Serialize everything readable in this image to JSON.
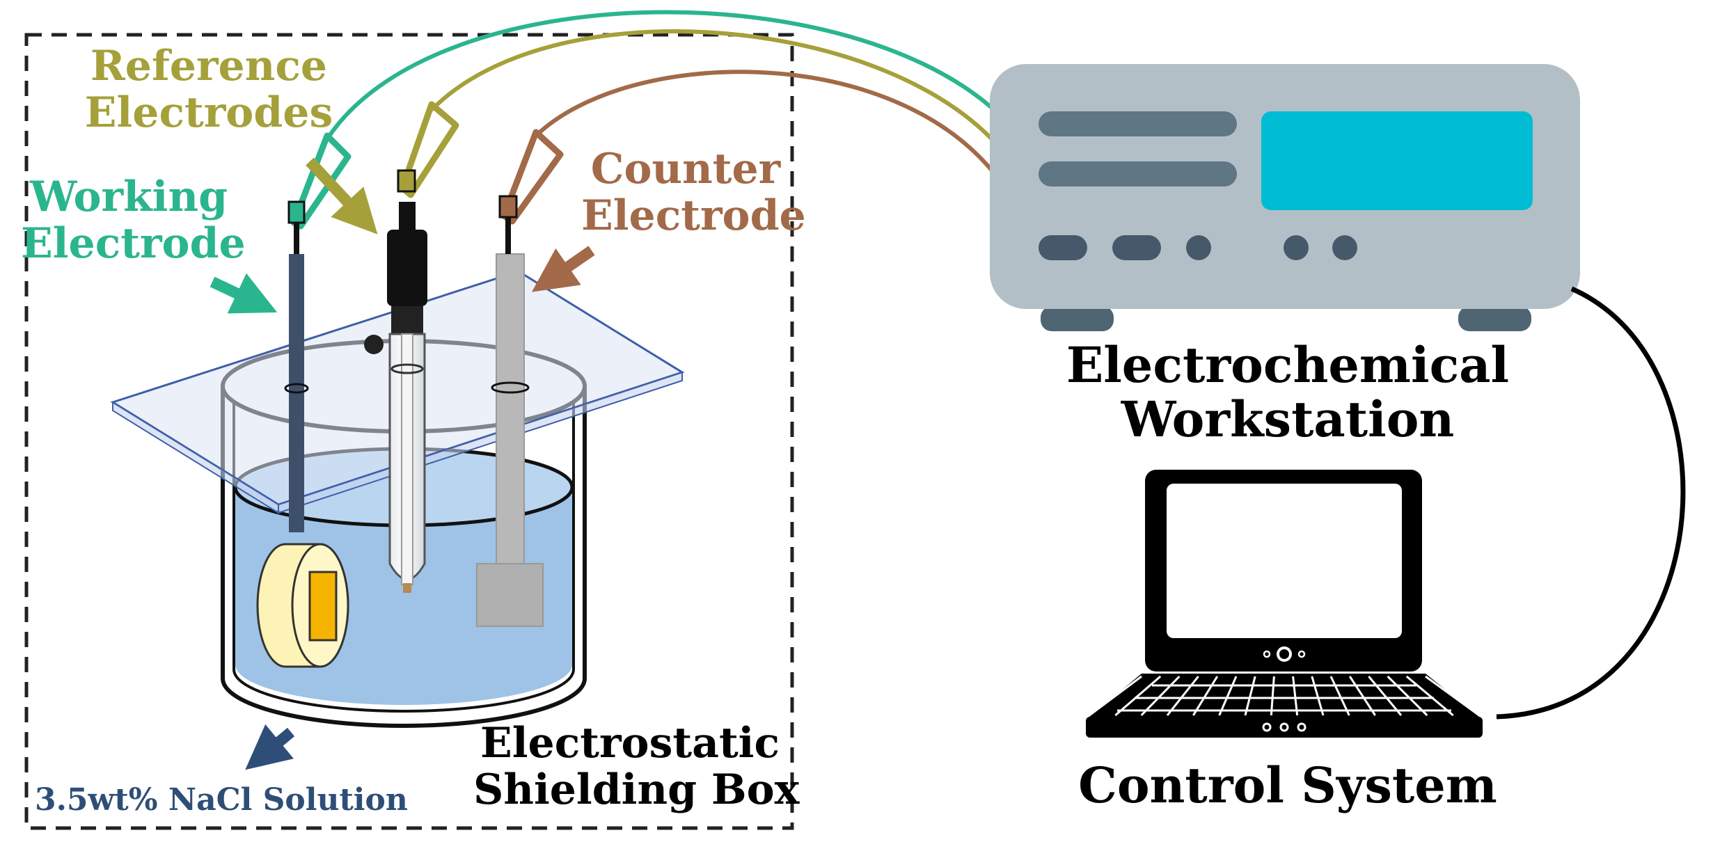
{
  "labels": {
    "reference": "Reference\nElectrodes",
    "working": "Working\nElectrode",
    "counter": "Counter\nElectrode",
    "workstation": "Electrochemical\nWorkstation",
    "control": "Control System",
    "shielding": "Electrostatic\nShielding Box",
    "solution": "3.5wt% NaCl Solution"
  },
  "colors": {
    "working": "#2bb58e",
    "reference": "#a5a03a",
    "counter": "#a26a48",
    "solution_text": "#2e4e78",
    "workstation_body": "#b3bfc7",
    "workstation_screen": "#00bcd4",
    "workstation_dark": "#5f7684",
    "liquid": "#9fc3e6",
    "black": "#000000"
  },
  "icons": [
    "clip-icon",
    "arrow-icon",
    "laptop-icon",
    "workstation-icon",
    "beaker-icon"
  ]
}
